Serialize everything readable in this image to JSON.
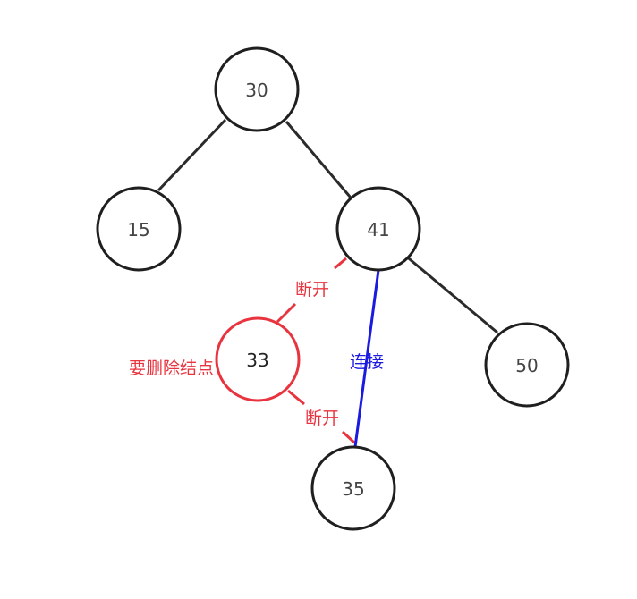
{
  "tree": {
    "nodes": [
      {
        "id": "n30",
        "label": "30",
        "role": "normal"
      },
      {
        "id": "n15",
        "label": "15",
        "role": "normal"
      },
      {
        "id": "n41",
        "label": "41",
        "role": "normal"
      },
      {
        "id": "n33",
        "label": "33",
        "role": "delete"
      },
      {
        "id": "n50",
        "label": "50",
        "role": "normal"
      },
      {
        "id": "n35",
        "label": "35",
        "role": "normal"
      }
    ],
    "edges": [
      {
        "from": "30",
        "to": "15",
        "kind": "normal"
      },
      {
        "from": "30",
        "to": "41",
        "kind": "normal"
      },
      {
        "from": "41",
        "to": "50",
        "kind": "normal"
      },
      {
        "from": "41",
        "to": "33",
        "kind": "cut"
      },
      {
        "from": "33",
        "to": "35",
        "kind": "cut"
      },
      {
        "from": "41",
        "to": "35",
        "kind": "connect"
      }
    ]
  },
  "labels": {
    "cut_top": "断开",
    "cut_bottom": "断开",
    "connect": "连接",
    "delete_node": "要删除结点"
  },
  "colors": {
    "normal": "#2b2b2b",
    "cut": "#e8343f",
    "connect": "#1a1ae0",
    "node_fill": "#ffffff"
  }
}
